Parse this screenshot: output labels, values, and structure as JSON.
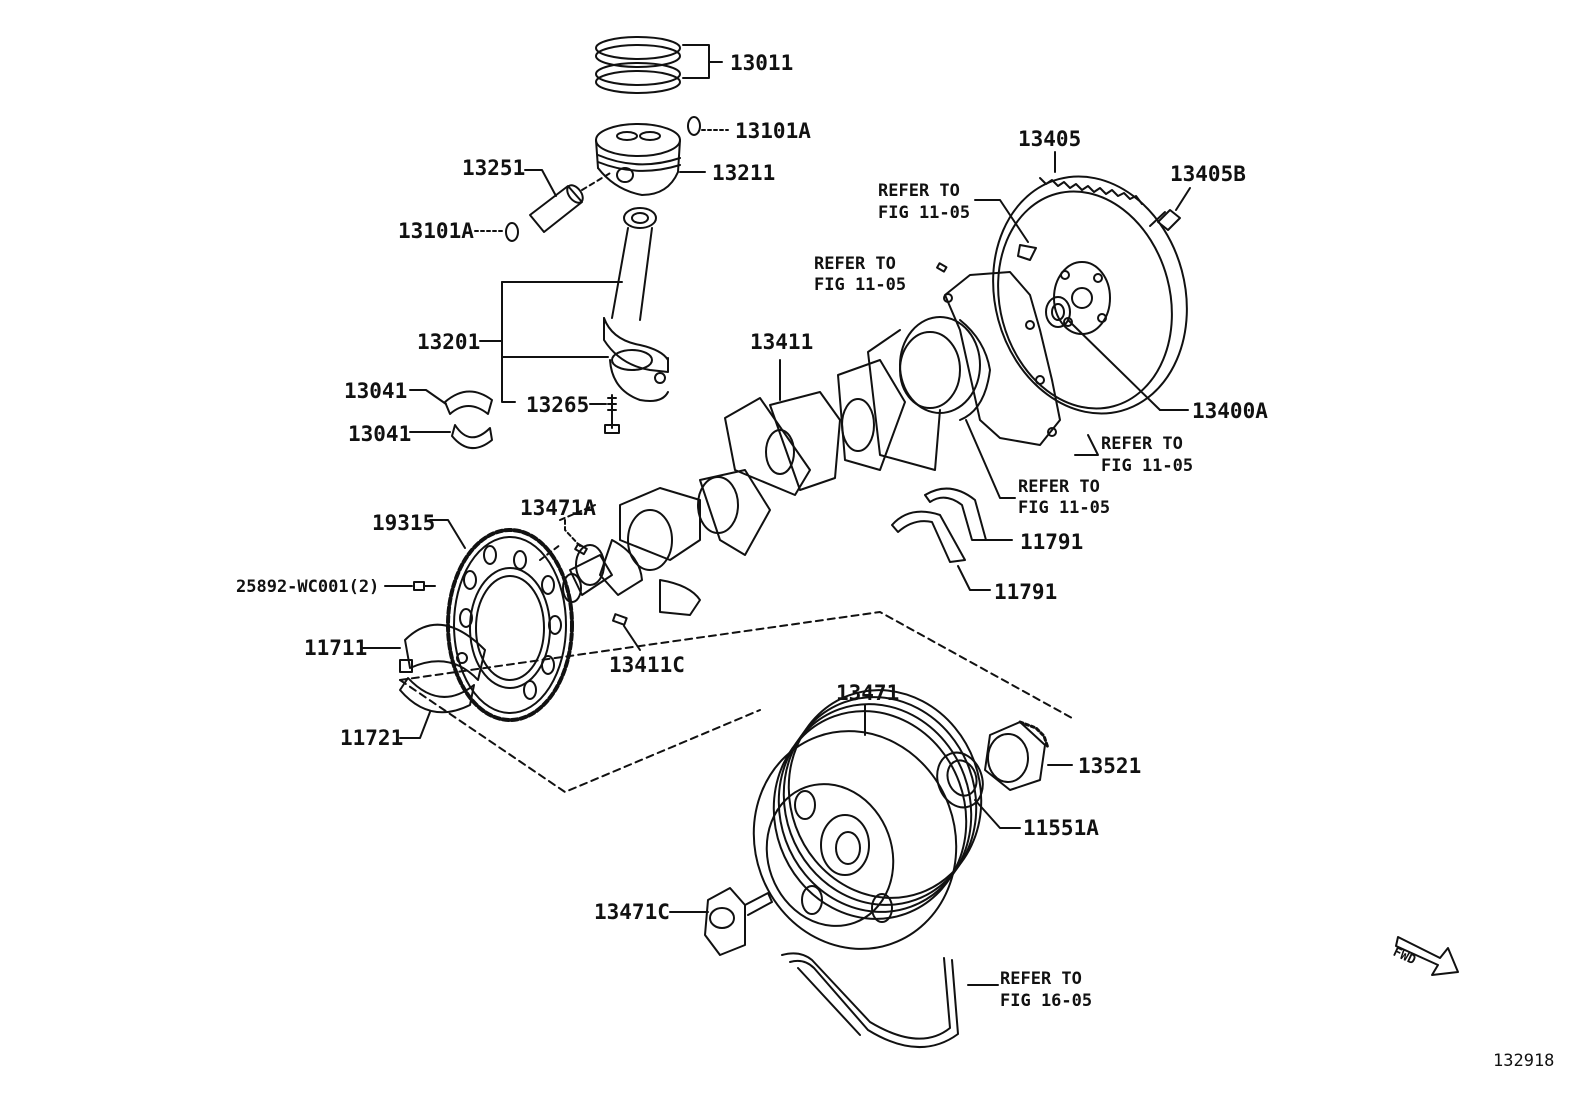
{
  "labels": {
    "p13011": "13011",
    "p13101A_top": "13101A",
    "p13211": "13211",
    "p13251": "13251",
    "p13101A_left": "13101A",
    "p13201": "13201",
    "p13041_a": "13041",
    "p13041_b": "13041",
    "p13265": "13265",
    "p13411": "13411",
    "p13405": "13405",
    "p13405B": "13405B",
    "p13400A": "13400A",
    "p19315": "19315",
    "p13471A": "13471A",
    "p25892": "25892-WC001(2)",
    "p11711": "11711",
    "p11721": "11721",
    "p13411C": "13411C",
    "p11791_a": "11791",
    "p11791_b": "11791",
    "p13471": "13471",
    "p13521": "13521",
    "p11551A": "11551A",
    "p13471C": "13471C"
  },
  "refers": {
    "r1_line1": "REFER TO",
    "r1_line2": "FIG 11-05",
    "r2_line1": "REFER TO",
    "r2_line2": "FIG 11-05",
    "r3_line1": "REFER TO",
    "r3_line2": "FIG 11-05",
    "r4_line1": "REFER TO",
    "r4_line2": "FIG 11-05",
    "r5_line1": "REFER TO",
    "r5_line2": "FIG 16-05"
  },
  "fwd_badge": "FWD",
  "figure_id": "132918",
  "colors": {
    "line": "#111111",
    "background": "#ffffff"
  }
}
